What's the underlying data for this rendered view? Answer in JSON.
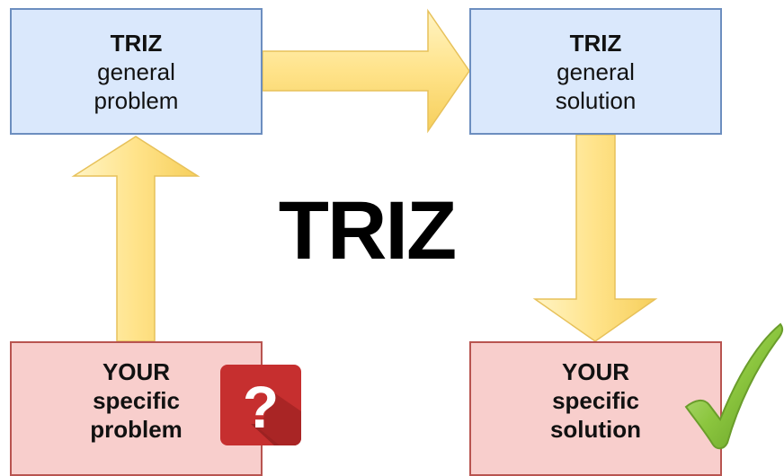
{
  "diagram": {
    "center_title": "TRIZ",
    "boxes": {
      "general_problem": {
        "title": "TRIZ",
        "line1": "general",
        "line2": "problem"
      },
      "general_solution": {
        "title": "TRIZ",
        "line1": "general",
        "line2": "solution"
      },
      "specific_problem": {
        "title": "YOUR",
        "line1": "specific",
        "line2": "problem"
      },
      "specific_solution": {
        "title": "YOUR",
        "line1": "specific",
        "line2": "solution"
      }
    },
    "badge_text": "?",
    "colors": {
      "arrow_fill": "#ffe38a",
      "arrow_stroke": "#e7c15a",
      "blue_box": "#dae8fc",
      "blue_border": "#6c8ebf",
      "red_box": "#f8cecc",
      "red_border": "#b85450",
      "badge": "#c62f2f",
      "check": "#8cc63f"
    }
  }
}
